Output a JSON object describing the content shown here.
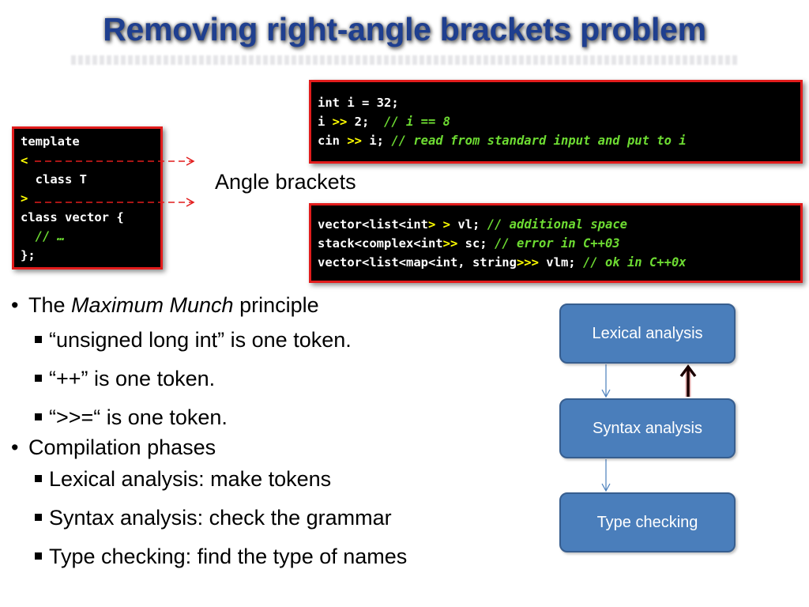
{
  "slide": {
    "title": "Removing right-angle brackets problem"
  },
  "template_box": {
    "lines": [
      [
        {
          "t": "template",
          "cls": ""
        }
      ],
      [
        {
          "t": "<",
          "cls": "k"
        }
      ],
      [
        {
          "t": "  class T",
          "cls": ""
        }
      ],
      [
        {
          "t": ">",
          "cls": "k"
        }
      ],
      [
        {
          "t": "class vector {",
          "cls": ""
        }
      ],
      [
        {
          "t": "  // …",
          "cls": "c"
        }
      ],
      [
        {
          "t": "};",
          "cls": ""
        }
      ]
    ]
  },
  "top_code": {
    "lines": [
      [
        {
          "t": "int i = 32;",
          "cls": ""
        }
      ],
      [
        {
          "t": "i ",
          "cls": ""
        },
        {
          "t": ">>",
          "cls": "k"
        },
        {
          "t": " 2;  ",
          "cls": ""
        },
        {
          "t": "// i == 8",
          "cls": "c"
        }
      ],
      [
        {
          "t": "cin ",
          "cls": ""
        },
        {
          "t": ">>",
          "cls": "k"
        },
        {
          "t": " i; ",
          "cls": ""
        },
        {
          "t": "// read from standard input and put to i",
          "cls": "c"
        }
      ]
    ]
  },
  "bottom_code": {
    "lines": [
      [
        {
          "t": "vector<list<int",
          "cls": ""
        },
        {
          "t": ">",
          "cls": "k"
        },
        {
          "t": " ",
          "cls": ""
        },
        {
          "t": ">",
          "cls": "k"
        },
        {
          "t": " vl; ",
          "cls": ""
        },
        {
          "t": "// additional space",
          "cls": "c"
        }
      ],
      [
        {
          "t": "stack<complex<int",
          "cls": ""
        },
        {
          "t": ">>",
          "cls": "k"
        },
        {
          "t": " sc; ",
          "cls": ""
        },
        {
          "t": "// error in C++03",
          "cls": "c"
        }
      ],
      [
        {
          "t": "vector<list<map<int, string",
          "cls": ""
        },
        {
          "t": ">>>",
          "cls": "k"
        },
        {
          "t": " vlm; ",
          "cls": ""
        },
        {
          "t": "// ok in C++0x",
          "cls": "c"
        }
      ]
    ]
  },
  "angle_label": "Angle brackets",
  "bullets": {
    "munch_prefix": "The ",
    "munch_em": "Maximum Munch",
    "munch_suffix": " principle",
    "munch_items": [
      "“unsigned long int” is one token.",
      "“++” is one token.",
      "“>>=“ is one token."
    ],
    "phases_title": "Compilation phases",
    "phases_items": [
      "Lexical analysis: make tokens",
      "Syntax analysis: check the grammar",
      "Type checking: find the type of names"
    ]
  },
  "diagram": {
    "boxes": [
      "Lexical analysis",
      "Syntax analysis",
      "Type checking"
    ]
  },
  "colors": {
    "title": "#1f3f8f",
    "code_border": "#e21c1c",
    "code_keyword": "#ffff00",
    "code_comment": "#6ddb32",
    "box_fill": "#4a7ebb",
    "feedback_arrow": "#5a0a0a"
  }
}
